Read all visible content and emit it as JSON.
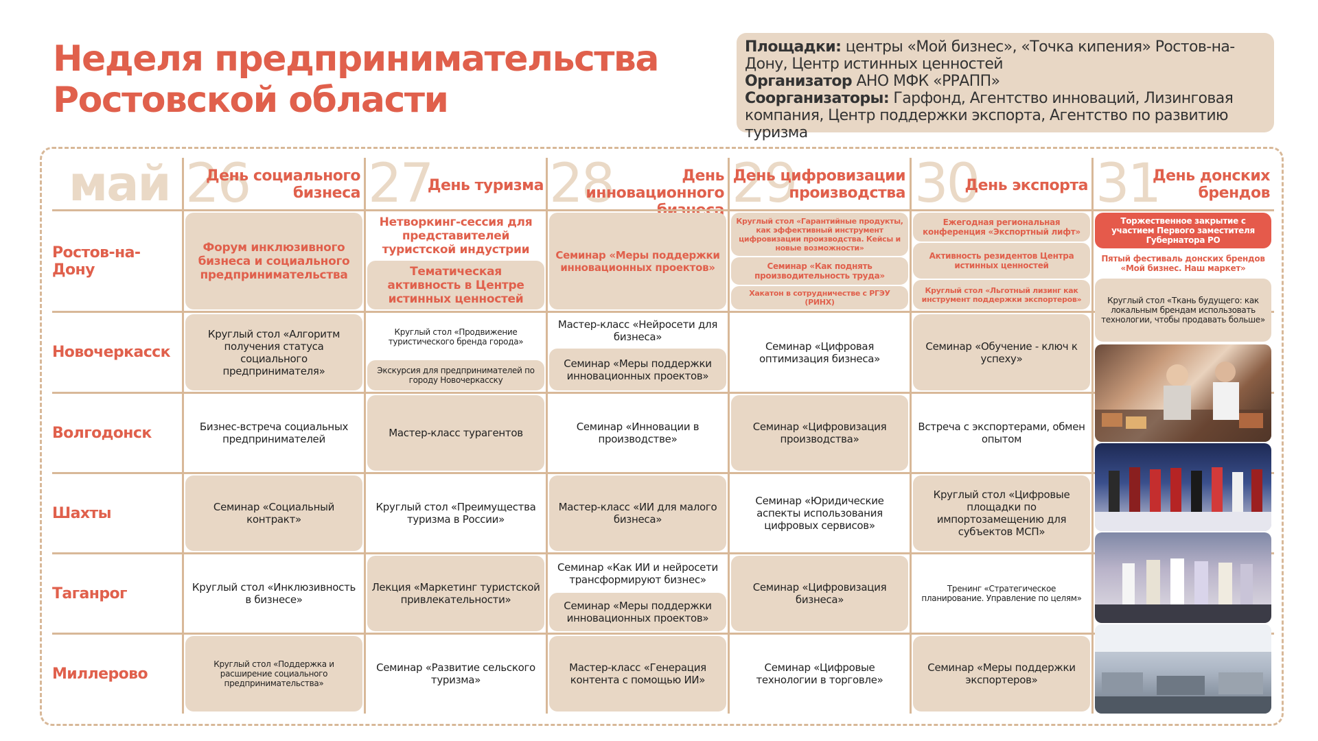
{
  "title": {
    "line1": "Неделя предпринимательства",
    "line2": "Ростовской области"
  },
  "info": {
    "venues_label": "Площадки:",
    "venues_text": " центры «Мой бизнес», «Точка кипения» Ростов-на-Дону, Центр истинных ценностей",
    "organizer_label": "Организатор",
    "organizer_text": " АНО МФК «РРАПП»",
    "coorganizers_label": "Соорганизаторы:",
    "coorganizers_text": " Гарфонд, Агентство инноваций, Лизинговая компания, Центр поддержки экспорта, Агентство по развитию туризма"
  },
  "month": "май",
  "days": [
    {
      "num": "26",
      "name": "День социального бизнеса"
    },
    {
      "num": "27",
      "name": "День туризма"
    },
    {
      "num": "28",
      "name": "День инновационного бизнеса"
    },
    {
      "num": "29",
      "name": "День цифровизации производства"
    },
    {
      "num": "30",
      "name": "День экспорта"
    },
    {
      "num": "31",
      "name": "День донских брендов"
    }
  ],
  "cities": [
    "Ростов-на-Дону",
    "Новочеркасск",
    "Волгодонск",
    "Шахты",
    "Таганрог",
    "Миллерово"
  ],
  "rostov": {
    "d26": "Форум инклюзивного бизнеса и социального предпринимательства",
    "d27a": "Нетворкинг-сессия для представителей туристской индустрии",
    "d27b": "Тематическая активность в Центре истинных ценностей",
    "d28": "Семинар «Меры поддержки инновационных проектов»",
    "d29a": "Круглый стол «Гарантийные продукты, как эффективный инструмент цифровизации производства. Кейсы и новые возможности»",
    "d29b": "Семинар «Как поднять производительность труда»",
    "d29c": "Хакатон в сотрудничестве с РГЭУ (РИНХ)",
    "d30a": "Ежегодная региональная конференция «Экспортный лифт»",
    "d30b": "Активность резидентов Центра истинных ценностей",
    "d30c": "Круглый стол «Льготный лизинг как инструмент поддержки экспортеров»",
    "d31a": "Торжественное закрытие с участием Первого заместителя Губернатора РО",
    "d31b": "Пятый фестиваль донских брендов «Мой бизнес. Наш маркет»",
    "d31c": "Круглый стол «Ткань будущего: как локальным брендам использовать технологии, чтобы продавать больше»"
  },
  "novocherkassk": {
    "d26": "Круглый стол «Алгоритм получения статуса социального предпринимателя»",
    "d27a": "Круглый стол «Продвижение туристического бренда города»",
    "d27b": "Экскурсия для предпринимателей по городу Новочеркасску",
    "d28a": "Мастер-класс «Нейросети для бизнеса»",
    "d28b": "Семинар «Меры поддержки инновационных проектов»",
    "d29": "Семинар «Цифровая оптимизация бизнеса»",
    "d30": "Семинар «Обучение - ключ к успеху»"
  },
  "volgodonsk": {
    "d26": "Бизнес-встреча социальных предпринимателей",
    "d27": "Мастер-класс турагентов",
    "d28": "Семинар «Инновации в производстве»",
    "d29": "Семинар «Цифровизация производства»",
    "d30": "Встреча с экспортерами, обмен опытом"
  },
  "shakhty": {
    "d26": "Семинар «Социальный контракт»",
    "d27": "Круглый стол «Преимущества туризма в России»",
    "d28": "Мастер-класс «ИИ для малого бизнеса»",
    "d29": "Семинар «Юридические аспекты использования цифровых сервисов»",
    "d30": "Круглый стол «Цифровые площадки по импортозамещению для субъектов МСП»"
  },
  "taganrog": {
    "d26": "Круглый стол «Инклюзивность в бизнесе»",
    "d27": "Лекция «Маркетинг туристской привлекательности»",
    "d28a": "Семинар «Как ИИ и нейросети трансформируют бизнес»",
    "d28b": "Семинар «Меры поддержки инновационных проектов»",
    "d29": "Семинар «Цифровизация бизнеса»",
    "d30": "Тренинг «Стратегическое планирование. Управление по целям»"
  },
  "millerovo": {
    "d26": "Круглый стол «Поддержка и расширение социального предпринимательства»",
    "d27": "Семинар «Развитие сельского туризма»",
    "d28": "Мастер-класс «Генерация контента с помощью ИИ»",
    "d29": "Семинар «Цифровые технологии в торговле»",
    "d30": "Семинар «Меры поддержки экспортеров»"
  },
  "colors": {
    "accent": "#e0604c",
    "beige": "#e8d7c5",
    "line": "#d8b898",
    "daynum": "#ead9c6"
  }
}
